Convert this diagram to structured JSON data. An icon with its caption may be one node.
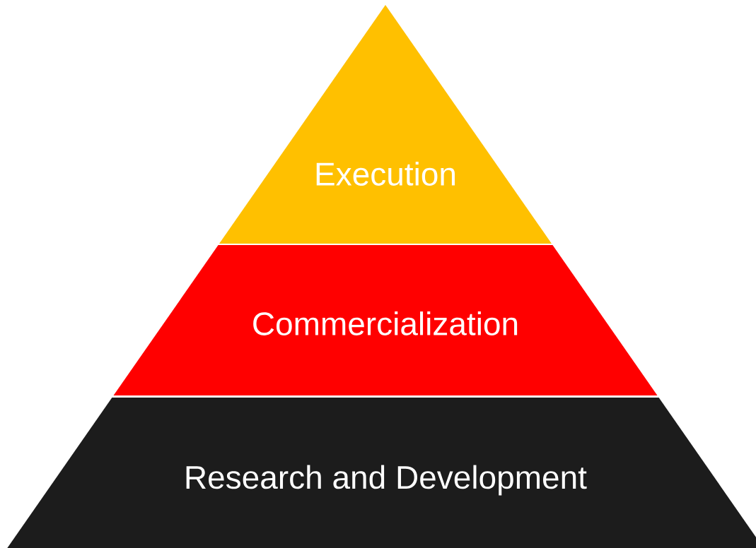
{
  "diagram": {
    "nodes": [
      {
        "text": [
          "Execution"
        ]
      },
      {
        "text": [
          "Commercialization"
        ]
      },
      {
        "text": [
          "Research and Development"
        ]
      }
    ]
  }
}
